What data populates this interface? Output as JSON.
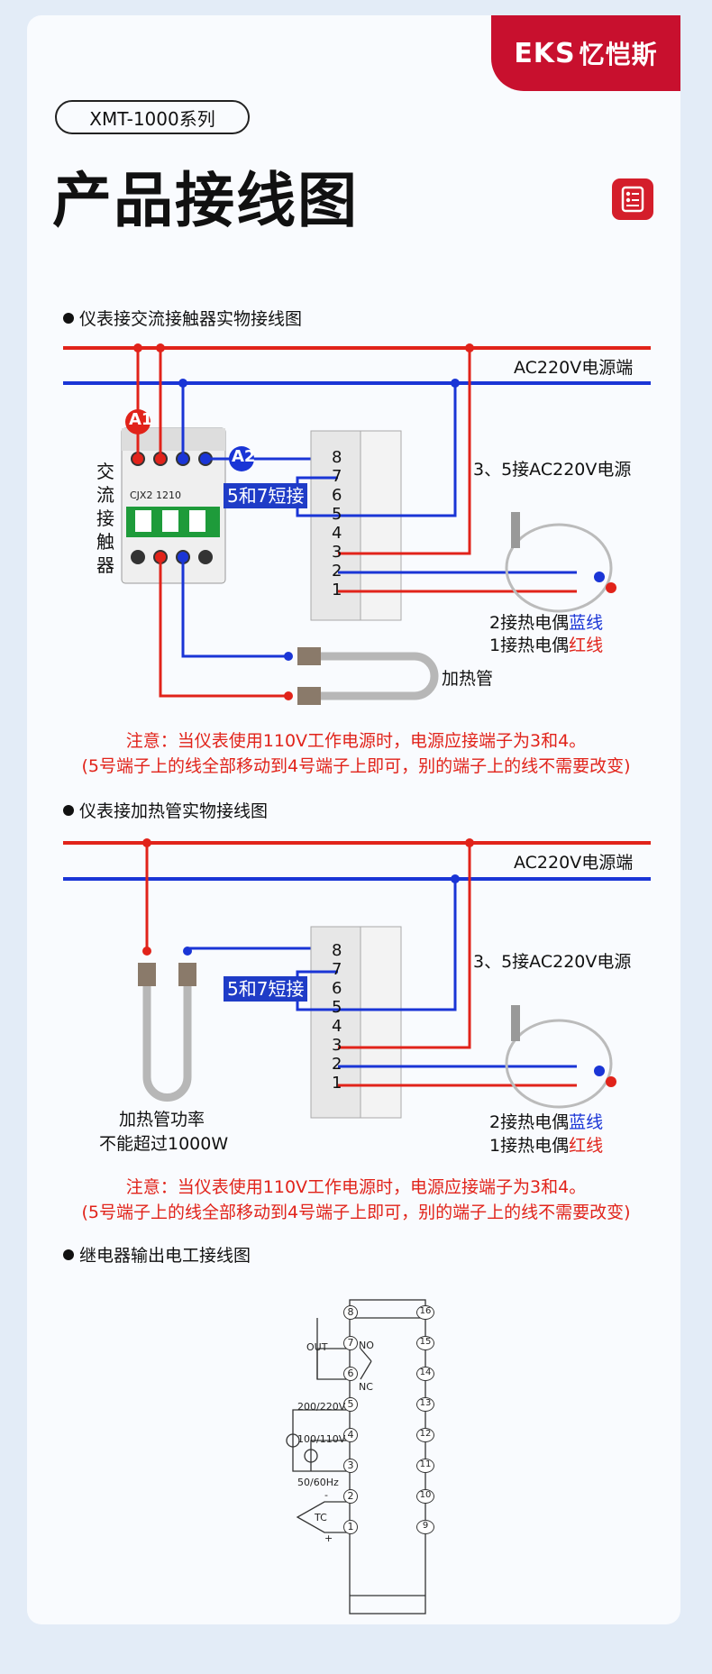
{
  "brand": {
    "latin": "EKS",
    "chinese": "忆恺斯"
  },
  "series_tag": "XMT-1000系列",
  "page_title": "产品接线图",
  "section1": {
    "heading": "仪表接交流接触器实物接线图",
    "power_label": "AC220V电源端",
    "a1": "A1",
    "a2": "A2",
    "contactor_label": "交流接触器",
    "contactor_model": "CJX2 1210",
    "short_label": "5和7短接",
    "supply_note": "3、5接AC220V电源",
    "tc_blue_prefix": "2接热电偶",
    "tc_blue_word": "蓝线",
    "tc_red_prefix": "1接热电偶",
    "tc_red_word": "红线",
    "heater_label": "加热管",
    "note_line1": "注意：当仪表使用110V工作电源时，电源应接端子为3和4。",
    "note_line2": "(5号端子上的线全部移动到4号端子上即可，别的端子上的线不需要改变)"
  },
  "section2": {
    "heading": "仪表接加热管实物接线图",
    "power_label": "AC220V电源端",
    "short_label": "5和7短接",
    "supply_note": "3、5接AC220V电源",
    "heater_line1": "加热管功率",
    "heater_line2": "不能超过1000W",
    "tc_blue_prefix": "2接热电偶",
    "tc_blue_word": "蓝线",
    "tc_red_prefix": "1接热电偶",
    "tc_red_word": "红线",
    "note_line1": "注意：当仪表使用110V工作电源时，电源应接端子为3和4。",
    "note_line2": "(5号端子上的线全部移动到4号端子上即可，别的端子上的线不需要改变)"
  },
  "section3": {
    "heading": "继电器输出电工接线图",
    "left_terminals": [
      "8",
      "7",
      "6",
      "5",
      "4",
      "3",
      "2",
      "1"
    ],
    "right_terminals": [
      "16",
      "15",
      "14",
      "13",
      "12",
      "11",
      "10",
      "9"
    ],
    "out": "OUT",
    "no": "NO",
    "nc": "NC",
    "v220": "200/220V",
    "v110": "100/110V",
    "hz": "50/60Hz",
    "tc": "TC",
    "minus": "-",
    "plus": "+"
  },
  "terminal_numbers": [
    "8",
    "7",
    "6",
    "5",
    "4",
    "3",
    "2",
    "1"
  ],
  "colors": {
    "red": "#e1231a",
    "blue": "#1a35d6",
    "brand": "#c8102e"
  }
}
